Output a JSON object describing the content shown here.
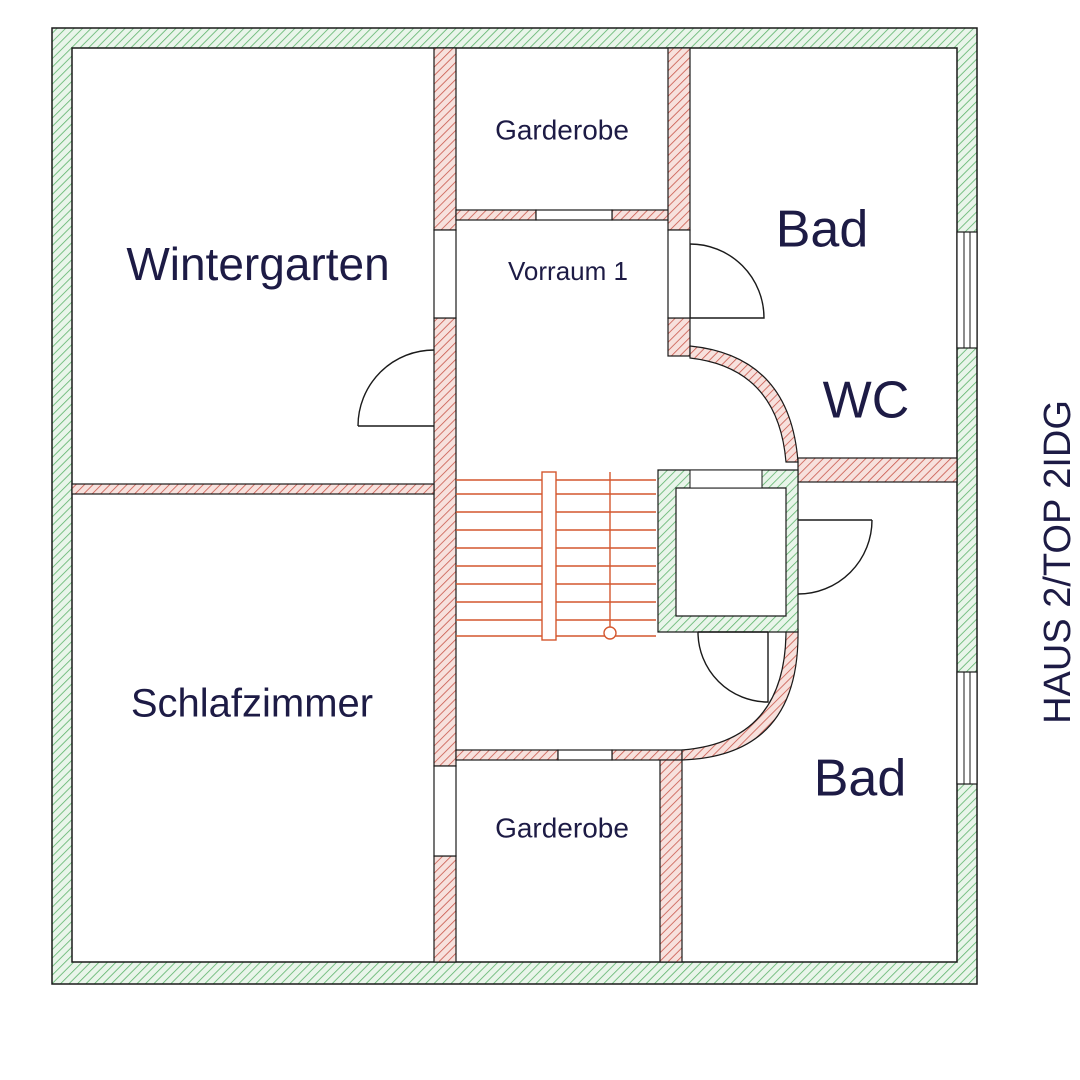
{
  "plan": {
    "side_label": "HAUS 2/TOP 2IDG",
    "rooms": {
      "wintergarten": "Wintergarten",
      "schlafzimmer": "Schlafzimmer",
      "garderobe_top": "Garderobe",
      "garderobe_bottom": "Garderobe",
      "vorraum": "Vorraum 1",
      "bad_top": "Bad",
      "wc": "WC",
      "bad_bottom": "Bad"
    },
    "colors": {
      "exterior_wall": "#5db36b",
      "interior_wall": "#c9574b",
      "stair_lines": "#d4572f",
      "outline": "#1a1a1a",
      "label_text": "#1d1b45"
    },
    "legend_hatch": {
      "exterior": "green-hatched-wall",
      "interior": "red-hatched-wall"
    }
  }
}
